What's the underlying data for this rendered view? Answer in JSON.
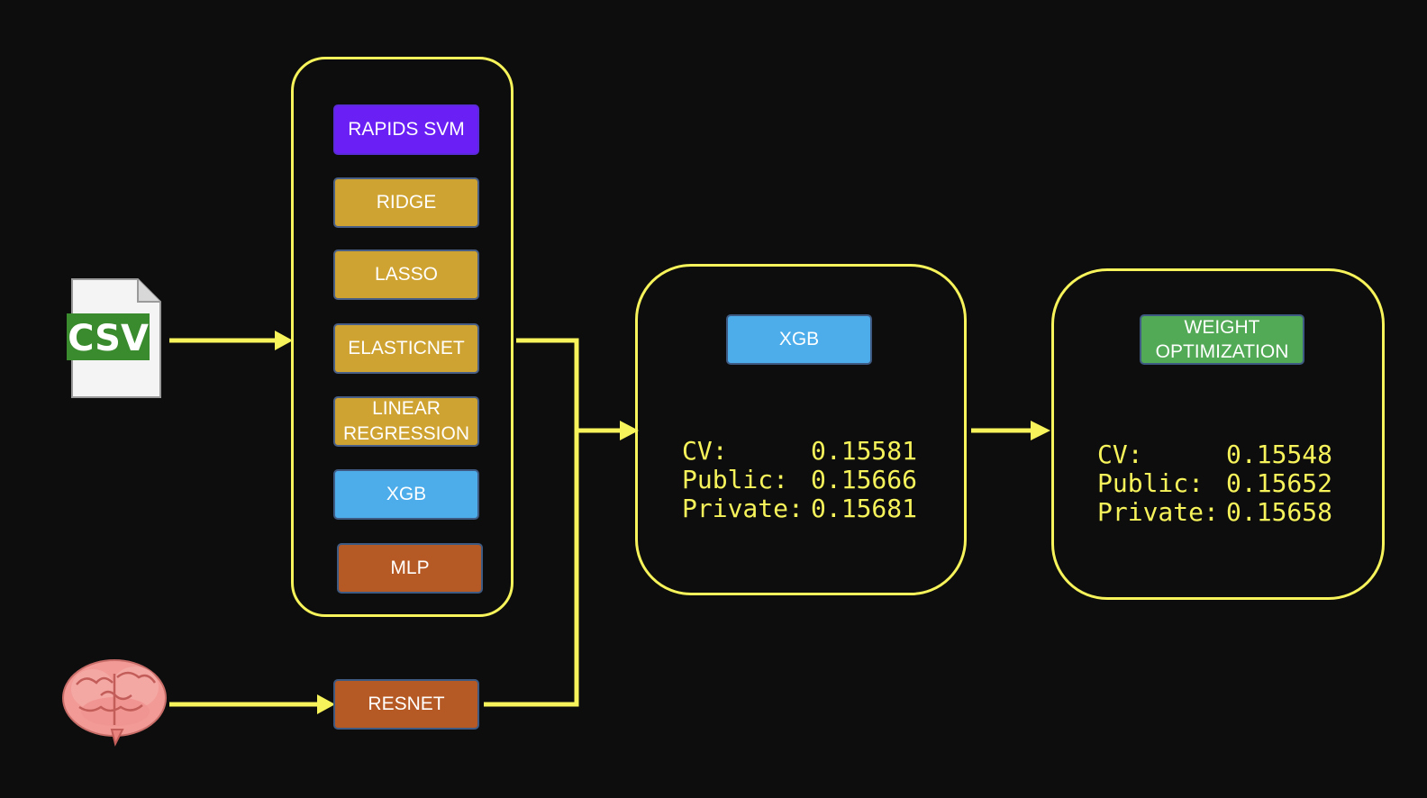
{
  "colors": {
    "background": "#0d0d0d",
    "connector": "#f7f35a",
    "purple": "#6a1ff5",
    "gold": "#cfa331",
    "blue": "#4dadea",
    "orange": "#b65a25",
    "green": "#52a956"
  },
  "inputs": {
    "csv_icon": {
      "icon": "csv-file-icon",
      "label": "CSV"
    },
    "brain_icon": {
      "icon": "brain-icon"
    }
  },
  "base_models": [
    {
      "label": "RAPIDS SVM",
      "color": "purple"
    },
    {
      "label": "RIDGE",
      "color": "gold"
    },
    {
      "label": "LASSO",
      "color": "gold"
    },
    {
      "label": "ELASTICNET",
      "color": "gold"
    },
    {
      "label": "LINEAR\nREGRESSION",
      "color": "gold"
    },
    {
      "label": "XGB",
      "color": "blue"
    },
    {
      "label": "MLP",
      "color": "orange"
    }
  ],
  "resnet": {
    "label": "RESNET",
    "color": "orange"
  },
  "stacker": {
    "label": "XGB",
    "color": "blue",
    "scores": [
      {
        "name": "CV:",
        "value": "0.15581"
      },
      {
        "name": "Public:",
        "value": "0.15666"
      },
      {
        "name": "Private:",
        "value": "0.15681"
      }
    ]
  },
  "blender": {
    "label": "WEIGHT\nOPTIMIZATION",
    "color": "green",
    "scores": [
      {
        "name": "CV:",
        "value": "0.15548"
      },
      {
        "name": "Public:",
        "value": "0.15652"
      },
      {
        "name": "Private:",
        "value": "0.15658"
      }
    ]
  }
}
